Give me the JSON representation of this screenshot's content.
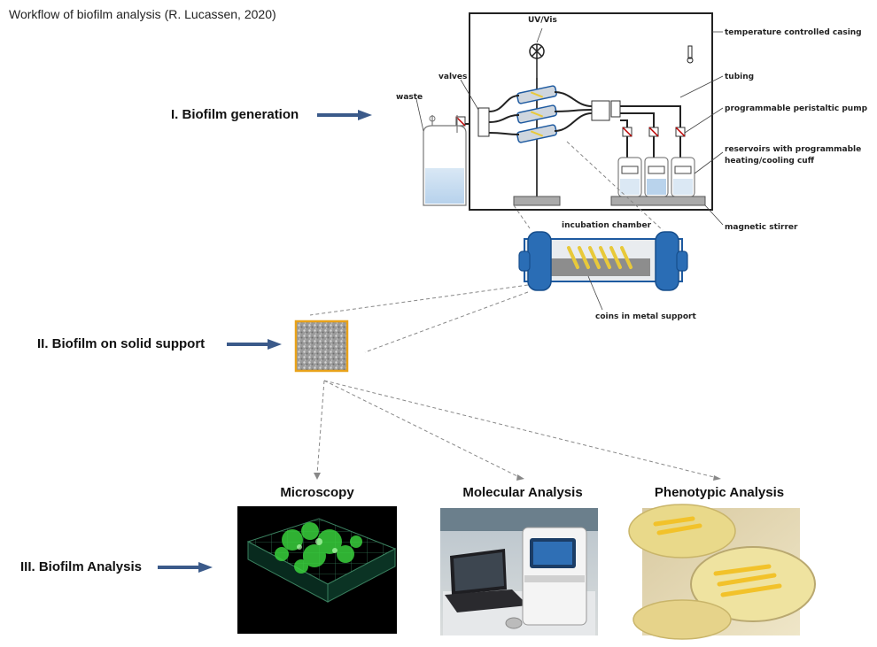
{
  "title": "Workflow of biofilm analysis (R. Lucassen, 2020)",
  "steps": {
    "generation": "I. Biofilm generation",
    "solid_support": "II. Biofilm on solid support",
    "analysis": "III. Biofilm Analysis"
  },
  "setup_labels": {
    "uv": "UV/Vis",
    "waste": "waste",
    "valves": "valves",
    "casing": "temperature controlled casing",
    "tubing": "tubing",
    "pump": "programmable peristaltic pump",
    "reservoirs_line1": "reservoirs with programmable",
    "reservoirs_line2": "heating/cooling cuff",
    "stirrer": "magnetic stirrer",
    "incubation": "incubation chamber",
    "coins": "coins in metal support"
  },
  "analysis_methods": {
    "microscopy": "Microscopy",
    "molecular": "Molecular Analysis",
    "phenotypic": "Phenotypic Analysis"
  },
  "colors": {
    "arrow": "#3b5a8a",
    "chamber_blue": "#2a6db5",
    "coin_yellow": "#e8c93a",
    "sample_border": "#e8a21a",
    "microscopy_green": "#39d13c"
  }
}
